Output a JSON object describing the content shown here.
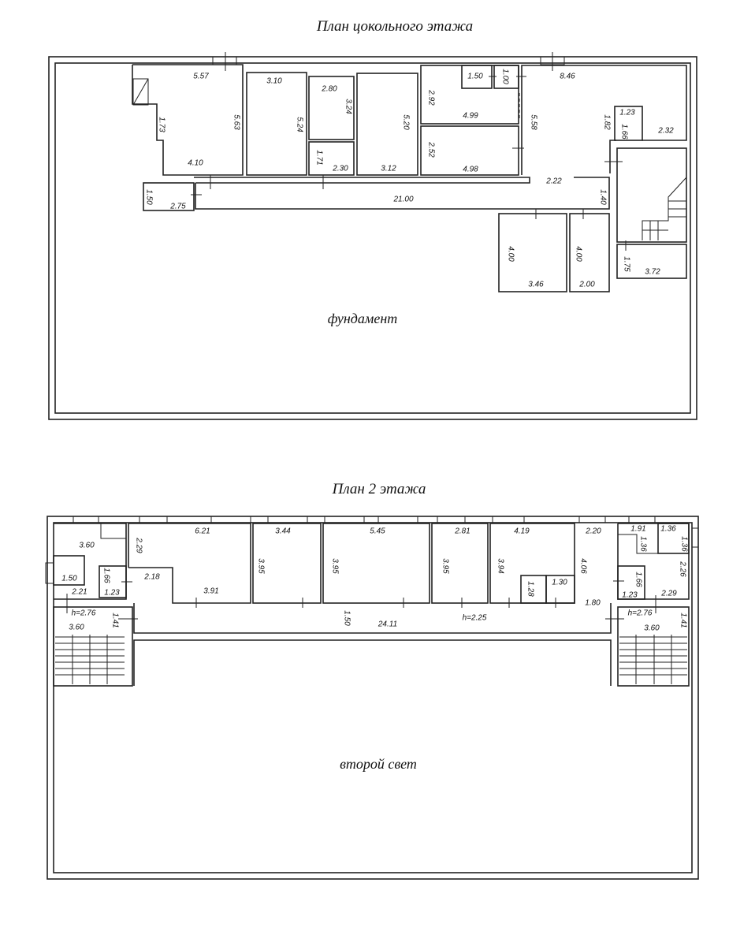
{
  "plan1": {
    "title": "План цокольного этажа",
    "area_label": "фундамент",
    "dims": [
      "5.57",
      "5.63",
      "1.73",
      "4.10",
      "3.10",
      "5.24",
      "2.80",
      "3.24",
      "1.71",
      "2.30",
      "3.12",
      "5.20",
      "1.50",
      "1.00",
      "2.92",
      "4.99",
      "2.52",
      "4.98",
      "5.58",
      "8.46",
      "1.82",
      "1.23",
      "1.66",
      "2.32",
      "1.50",
      "2.75",
      "21.00",
      "2.22",
      "1.40",
      "4.00",
      "3.46",
      "4.00",
      "2.00",
      "1.75",
      "3.72"
    ]
  },
  "plan2": {
    "title": "План 2 этажа",
    "area_label": "второй свет",
    "dims": [
      "3.60",
      "1.50",
      "2.21",
      "1.66",
      "1.23",
      "2.29",
      "6.21",
      "2.18",
      "3.91",
      "3.44",
      "3.95",
      "5.45",
      "3.95",
      "2.81",
      "3.95",
      "4.19",
      "3.94",
      "1.28",
      "1.30",
      "4.06",
      "2.20",
      "1.80",
      "1.91",
      "1.36",
      "1.36",
      "1.36",
      "2.26",
      "1.66",
      "1.23",
      "2.29",
      "h=2.76",
      "1.41",
      "3.60",
      "1.50",
      "24.11",
      "h=2.25",
      "h=2.76",
      "3.60",
      "1.41"
    ]
  }
}
